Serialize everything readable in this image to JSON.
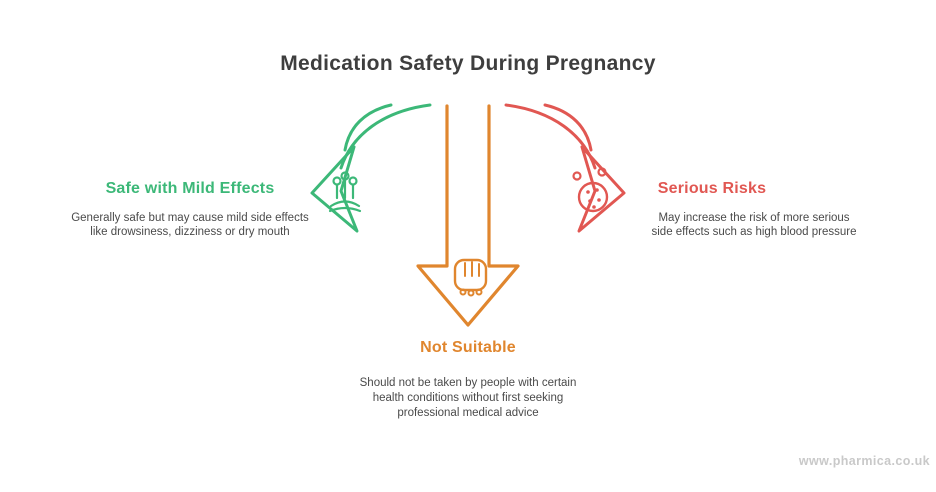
{
  "title": "Medication Safety During Pregnancy",
  "sections": {
    "safe": {
      "label": "Safe with Mild Effects",
      "body_line1": "Generally safe but may cause mild side effects",
      "body_line2": "like drowsiness, dizziness or dry mouth",
      "icon": "sprout-icon",
      "color": "#3cb878"
    },
    "risks": {
      "label": "Serious Risks",
      "body_line1": "May increase the risk of more serious",
      "body_line2": "side effects such as high blood pressure",
      "icon": "germ-icon",
      "color": "#e15752"
    },
    "not_suitable": {
      "label": "Not Suitable",
      "body_line1": "Should not be taken by people with certain",
      "body_line2": "health conditions without first seeking",
      "body_line3": "professional medical advice",
      "icon": "fist-icon",
      "color": "#e0862e"
    }
  },
  "watermark": "www.pharmica.co.uk",
  "colors": {
    "title_text": "#3e3e3e",
    "body_text": "#4a4a4a",
    "watermark_text": "#c9c9c9",
    "background": "#ffffff"
  }
}
